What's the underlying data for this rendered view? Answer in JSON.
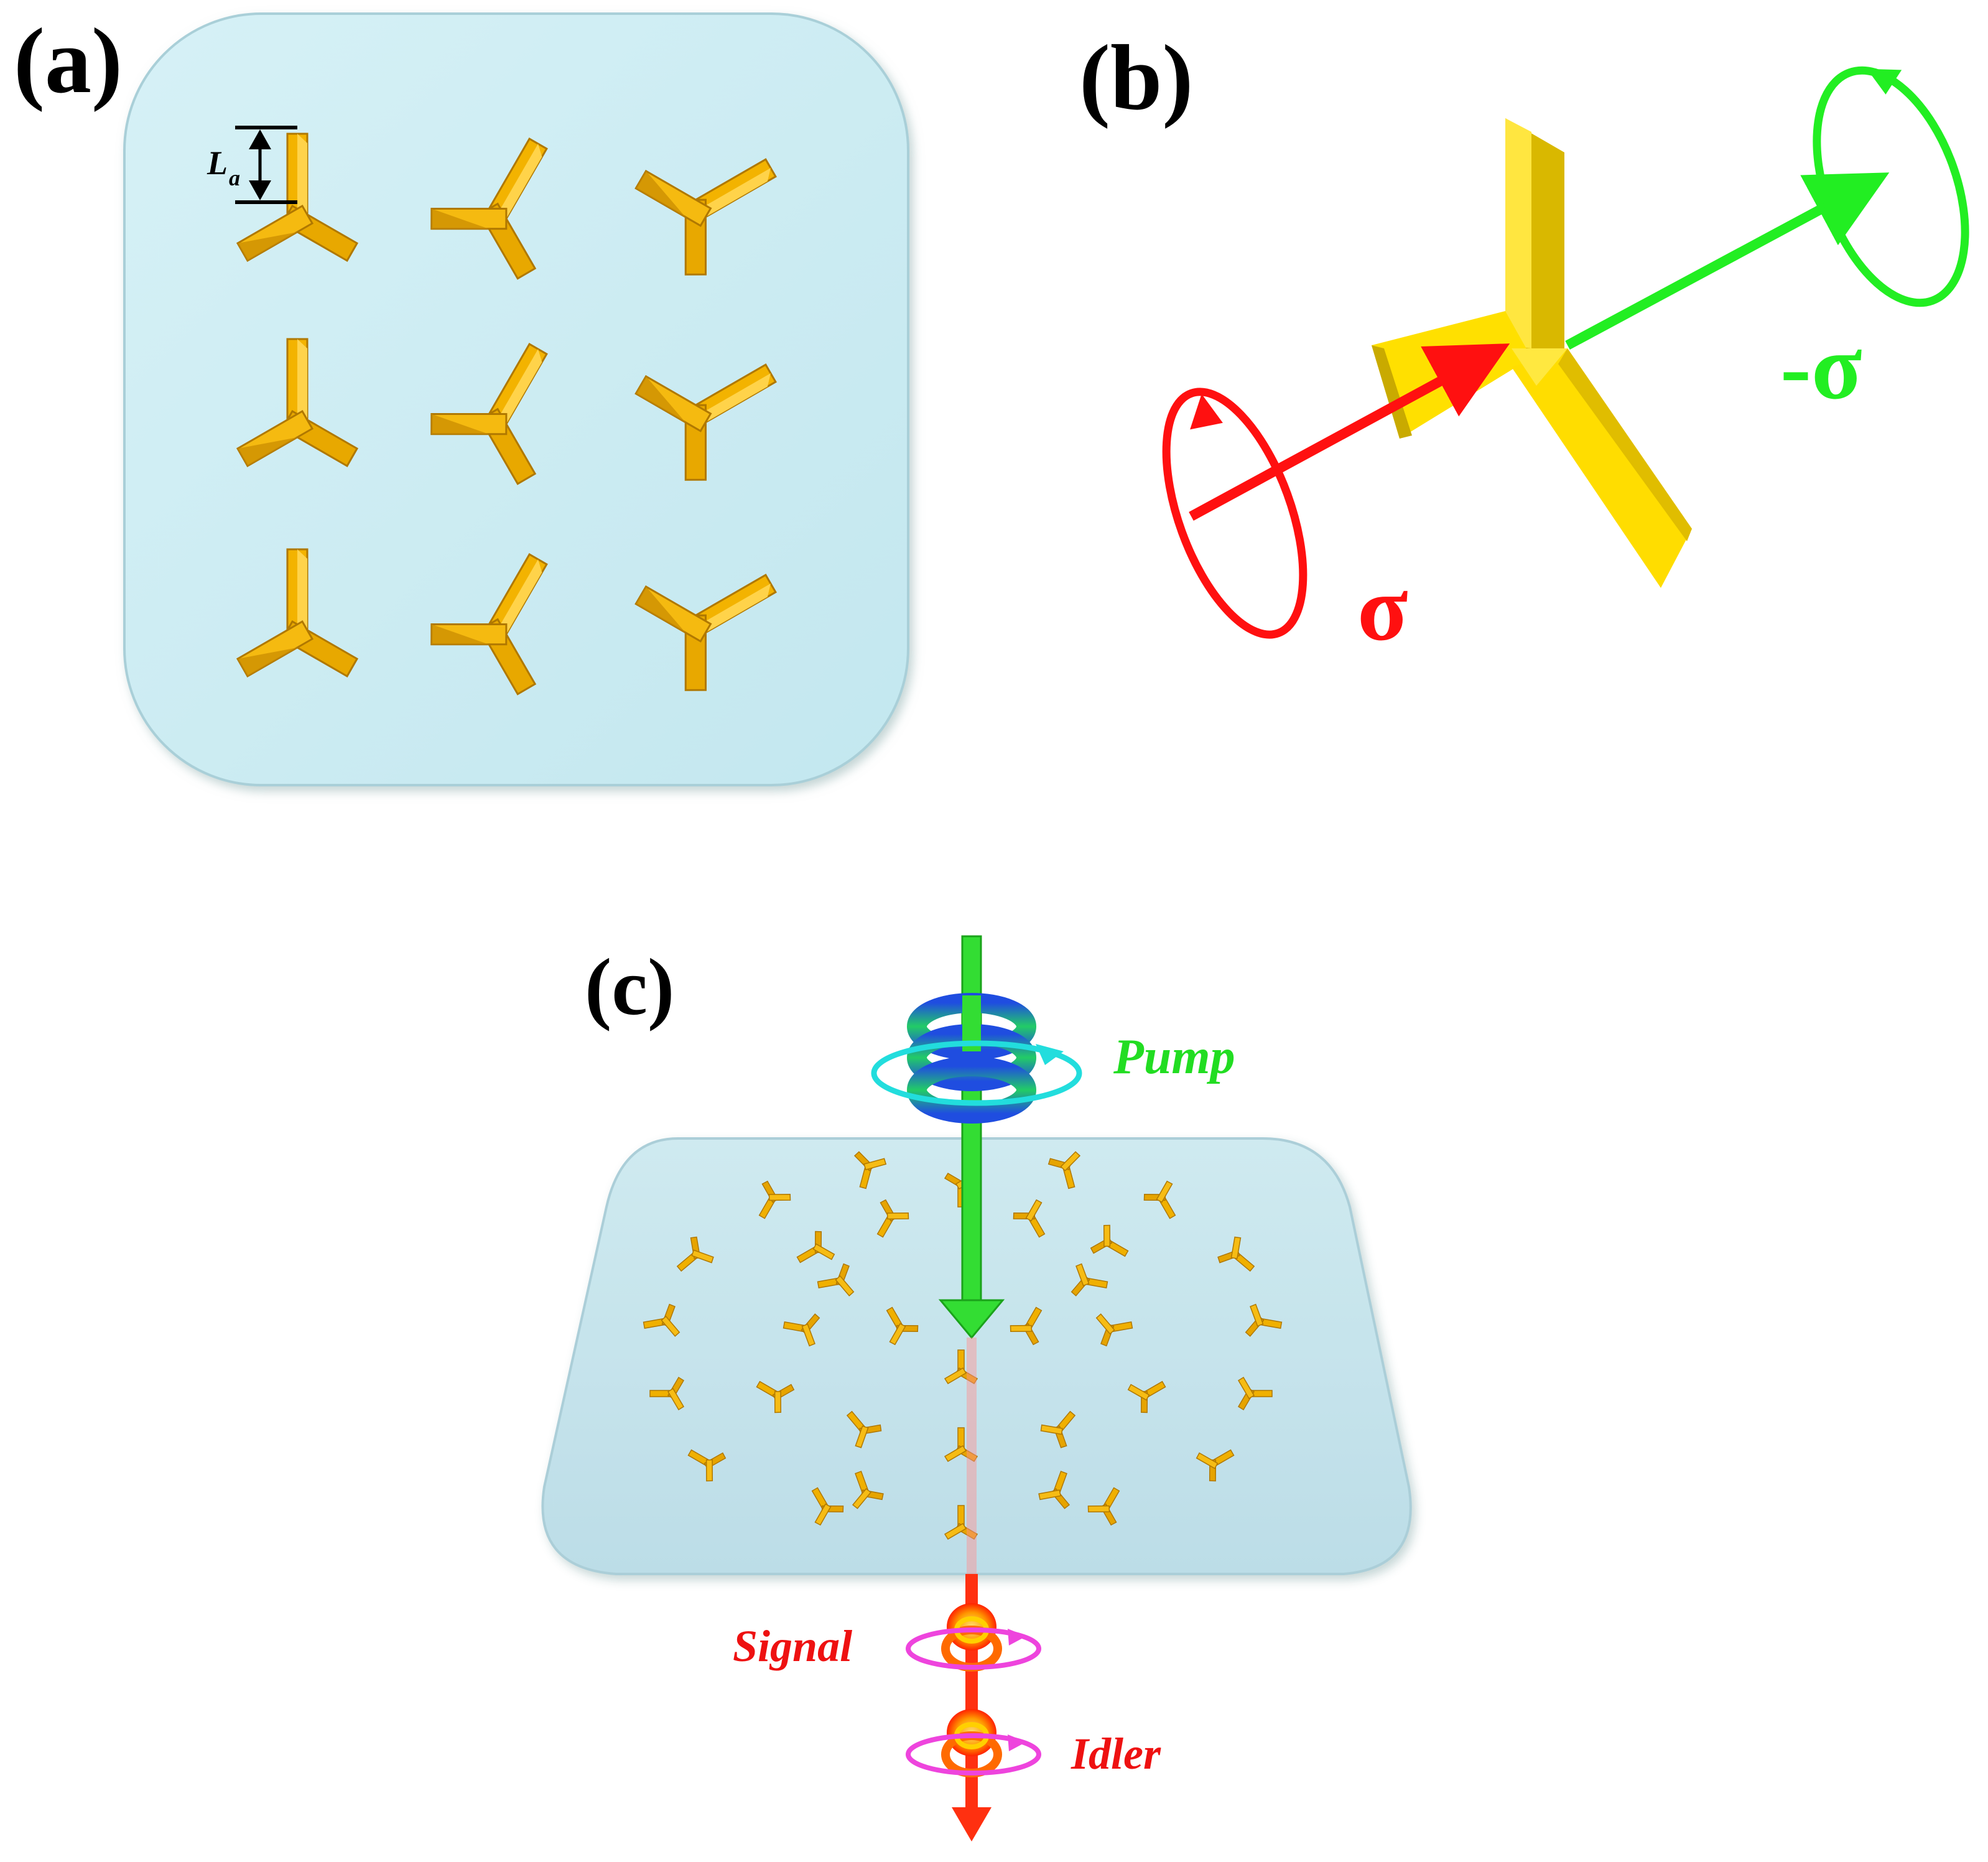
{
  "panels": {
    "a": {
      "label": "(a)",
      "dimension_label": "L",
      "dimension_subscript": "a"
    },
    "b": {
      "label": "(b)",
      "incident_label": "σ",
      "output_label": "-σ"
    },
    "c": {
      "label": "(c)",
      "pump_label": "Pump",
      "signal_label": "Signal",
      "idler_label": "Idler"
    }
  },
  "colors": {
    "substrate_a": "#cdedf3",
    "substrate_c": "#c4e4ec",
    "gold": "#f0b000",
    "gold_dark": "#b37a00",
    "gold_light": "#ffd23a",
    "yellow": "#ffe000",
    "yellow_dark": "#d4b400",
    "red": "#ff1010",
    "green": "#22ee22",
    "pump_beam": "#33dd33",
    "pump_ring": "#2244ee",
    "cyan_ring": "#22dddd",
    "magenta_ring": "#ee44dd",
    "signal_orange": "#ff8800"
  },
  "icons": {
    "trimer": "y-shaped-gold-nanoantenna-icon",
    "circular_polarization": "circular-polarization-ring-icon",
    "vortex": "vortex-beam-icon"
  }
}
